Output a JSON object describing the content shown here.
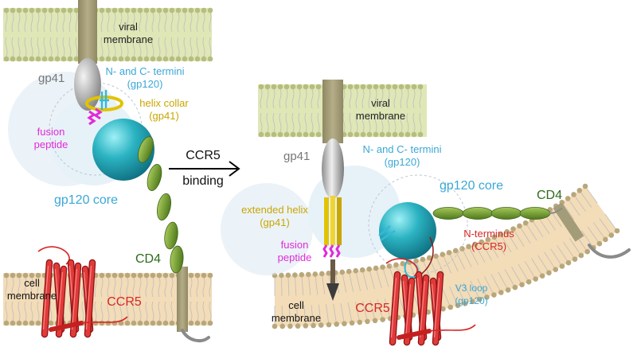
{
  "left": {
    "viral_membrane": [
      "viral",
      "membrane"
    ],
    "gp41": "gp41",
    "termini": [
      "N- and C- termini",
      "(gp120)"
    ],
    "helix_collar": [
      "helix collar",
      "(gp41)"
    ],
    "fusion_peptide": [
      "fusion",
      "peptide"
    ],
    "gp120_core": "gp120 core",
    "cd4": "CD4",
    "cell_membrane": [
      "cell",
      "membrane"
    ],
    "ccr5": "CCR5"
  },
  "arrow": {
    "label": [
      "CCR5",
      "binding"
    ]
  },
  "right": {
    "viral_membrane": [
      "viral",
      "membrane"
    ],
    "gp41": "gp41",
    "termini": [
      "N- and C- termini",
      "(gp120)"
    ],
    "gp120_core": "gp120 core",
    "cd4": "CD4",
    "extended_helix": [
      "extended helix",
      "(gp41)"
    ],
    "fusion_peptide": [
      "fusion",
      "peptide"
    ],
    "n_terminus": [
      "N-terminus",
      "(CCR5)"
    ],
    "v3_loop": [
      "V3 loop",
      "(gp120)"
    ],
    "cell_membrane": [
      "cell",
      "membrane"
    ],
    "ccr5": "CCR5"
  },
  "colors": {
    "membrane_fill": "#dfe7b6",
    "cell_membrane_fill": "#f3dcb8",
    "lipid_head_viral": "#b6bd7e",
    "lipid_head_cell": "#b9a77c",
    "transmembrane": "#a39c78",
    "gp41": "#a9a9a9",
    "gp120": "#2bb3c2",
    "cd4": "#6f9a2c",
    "ccr5": "#d62828",
    "helix_collar": "#e2c300",
    "fusion_peptide": "#e12ad7",
    "termini": "#36b8d8",
    "label_gray": "#777777",
    "label_cyan": "#3aa8d6",
    "label_gold": "#c9a600",
    "label_magenta": "#e12ad7",
    "label_green": "#2e6b1c",
    "label_red": "#d62828"
  }
}
